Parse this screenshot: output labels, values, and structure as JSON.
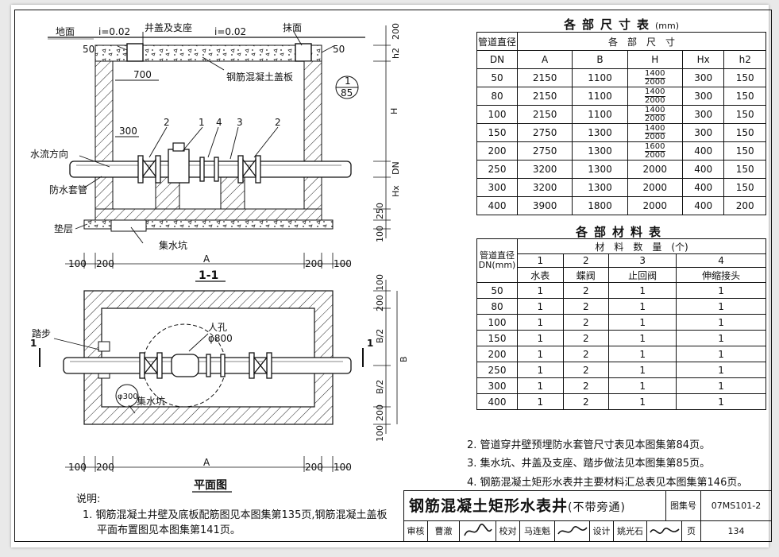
{
  "section": {
    "labels": {
      "ground": "地面",
      "slope_left": "i=0.02",
      "slope_right": "i=0.02",
      "cover_support": "井盖及支座",
      "plaster": "抹面",
      "cover_plate": "钢筋混凝土盖板",
      "water_direction": "水流方向",
      "waterproof_sleeve": "防水套管",
      "cushion": "垫层",
      "sump": "集水坑",
      "title": "1-1"
    },
    "detail_ref": {
      "top": "1",
      "bottom": "85"
    },
    "numbers": {
      "n1": "1",
      "n2a": "2",
      "n2b": "2",
      "n3": "3",
      "n4": "4"
    },
    "dims": {
      "d50_left": "50",
      "d50_right": "50",
      "d700": "700",
      "d300": "300",
      "d200_top": "200",
      "h2": "h2",
      "H": "H",
      "DN": "DN",
      "Hx": "Hx",
      "d250": "250",
      "d100_bottom": "100",
      "b100_l": "100",
      "b200_l": "200",
      "bA": "A",
      "b200_r": "200",
      "b100_r": "100"
    }
  },
  "plan": {
    "labels": {
      "step": "踏步",
      "manhole": "人孔",
      "manhole_dia": "φ800",
      "sump_dia": "φ300",
      "sump": "集水坑",
      "title": "平面图",
      "cut_left": "1",
      "cut_right": "1"
    },
    "dims": {
      "d100_top": "100",
      "d200_top": "200",
      "B2_top": "B/2",
      "B": "B",
      "B2_bottom": "B/2",
      "d200_bottom": "200",
      "d100_bottom": "100",
      "b100_l": "100",
      "b200_l": "200",
      "bA": "A",
      "b200_r": "200",
      "b100_r": "100"
    }
  },
  "dim_table": {
    "title": "各部尺寸表",
    "unit": "(mm)",
    "head1": [
      "管道直径",
      "各　部　尺　寸"
    ],
    "head2": [
      "DN",
      "A",
      "B",
      "H",
      "Hx",
      "h2"
    ],
    "rows": [
      {
        "dn": "50",
        "a": "2150",
        "b": "1100",
        "h_top": "1400",
        "h_bot": "2000",
        "hx": "300",
        "h2": "150"
      },
      {
        "dn": "80",
        "a": "2150",
        "b": "1100",
        "h_top": "1400",
        "h_bot": "2000",
        "hx": "300",
        "h2": "150"
      },
      {
        "dn": "100",
        "a": "2150",
        "b": "1100",
        "h_top": "1400",
        "h_bot": "2000",
        "hx": "300",
        "h2": "150"
      },
      {
        "dn": "150",
        "a": "2750",
        "b": "1300",
        "h_top": "1400",
        "h_bot": "2000",
        "hx": "300",
        "h2": "150"
      },
      {
        "dn": "200",
        "a": "2750",
        "b": "1300",
        "h_top": "1600",
        "h_bot": "2000",
        "hx": "400",
        "h2": "150"
      },
      {
        "dn": "250",
        "a": "3200",
        "b": "1300",
        "h": "2000",
        "hx": "400",
        "h2": "150"
      },
      {
        "dn": "300",
        "a": "3200",
        "b": "1300",
        "h": "2000",
        "hx": "400",
        "h2": "150"
      },
      {
        "dn": "400",
        "a": "3900",
        "b": "1800",
        "h": "2000",
        "hx": "400",
        "h2": "200"
      }
    ]
  },
  "mat_table": {
    "title": "各部材料表",
    "head_dn": "管道直径DN(mm)",
    "head_qty": "材　料　数　量　(个)",
    "col_nums": [
      "1",
      "2",
      "3",
      "4"
    ],
    "col_names": [
      "水表",
      "蝶阀",
      "止回阀",
      "伸缩接头"
    ],
    "rows": [
      [
        "50",
        "1",
        "2",
        "1",
        "1"
      ],
      [
        "80",
        "1",
        "2",
        "1",
        "1"
      ],
      [
        "100",
        "1",
        "2",
        "1",
        "1"
      ],
      [
        "150",
        "1",
        "2",
        "1",
        "1"
      ],
      [
        "200",
        "1",
        "2",
        "1",
        "1"
      ],
      [
        "250",
        "1",
        "2",
        "1",
        "1"
      ],
      [
        "300",
        "1",
        "2",
        "1",
        "1"
      ],
      [
        "400",
        "1",
        "2",
        "1",
        "1"
      ]
    ]
  },
  "notes": {
    "heading": "说明:",
    "n1_line1": "1. 钢筋混凝土井壁及底板配筋图见本图集第135页,钢筋混凝土盖板",
    "n1_line2": "平面布置图见本图集第141页。",
    "n2": "2. 管道穿井壁预埋防水套管尺寸表见本图集第84页。",
    "n3": "3. 集水坑、井盖及支座、踏步做法见本图集第85页。",
    "n4": "4. 钢筋混凝土矩形水表井主要材料汇总表见本图集第146页。"
  },
  "title_block": {
    "title": "钢筋混凝土矩形水表井",
    "subtitle": "(不带旁通)",
    "atlas_label": "图集号",
    "atlas_no": "07MS101-2",
    "review": "审核",
    "reviewer": "曹澈",
    "check": "校对",
    "checker": "马连魁",
    "design": "设计",
    "designer": "姚光石",
    "page_label": "页",
    "page_no": "134"
  }
}
